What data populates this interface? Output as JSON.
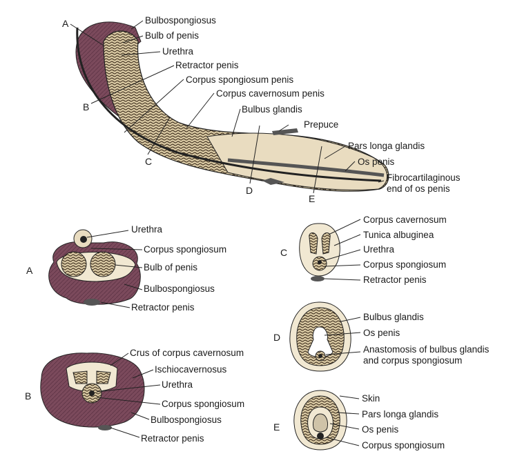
{
  "colors": {
    "muscle": "#7b4a5c",
    "cream": "#e9dcc0",
    "line": "#222222",
    "paper": "#ffffff",
    "glans": "#f1e8d2"
  },
  "long_section": {
    "letters": {
      "A": "A",
      "B": "B",
      "C": "C",
      "D": "D",
      "E": "E"
    },
    "labels": {
      "bulbospongiosus": "Bulbospongiosus",
      "bulb": "Bulb of penis",
      "urethra": "Urethra",
      "retractor": "Retractor penis",
      "cs_penis": "Corpus spongiosum penis",
      "cc_penis": "Corpus cavernosum penis",
      "bulbus": "Bulbus glandis",
      "prepuce": "Prepuce",
      "pars": "Pars longa glandis",
      "os": "Os penis",
      "fibro1": "Fibrocartilaginous",
      "fibro2": "end of os penis"
    }
  },
  "section_A": {
    "letter": "A",
    "labels": {
      "urethra": "Urethra",
      "cs": "Corpus spongiosum",
      "bulb": "Bulb of penis",
      "bulbospongiosus": "Bulbospongiosus",
      "retractor": "Retractor penis"
    }
  },
  "section_B": {
    "letter": "B",
    "labels": {
      "crus": "Crus of corpus cavernosum",
      "ischio": "Ischiocavernosus",
      "urethra": "Urethra",
      "cs": "Corpus spongiosum",
      "bulbospongiosus": "Bulbospongiosus",
      "retractor": "Retractor penis"
    }
  },
  "section_C": {
    "letter": "C",
    "labels": {
      "cc": "Corpus cavernosum",
      "tunica": "Tunica albuginea",
      "urethra": "Urethra",
      "cs": "Corpus spongiosum",
      "retractor": "Retractor penis"
    }
  },
  "section_D": {
    "letter": "D",
    "labels": {
      "bulbus": "Bulbus glandis",
      "os": "Os penis",
      "anast1": "Anastomosis of bulbus glandis",
      "anast2": "and corpus spongiosum"
    }
  },
  "section_E": {
    "letter": "E",
    "labels": {
      "skin": "Skin",
      "pars": "Pars longa glandis",
      "os": "Os penis",
      "cs": "Corpus spongiosum"
    }
  }
}
